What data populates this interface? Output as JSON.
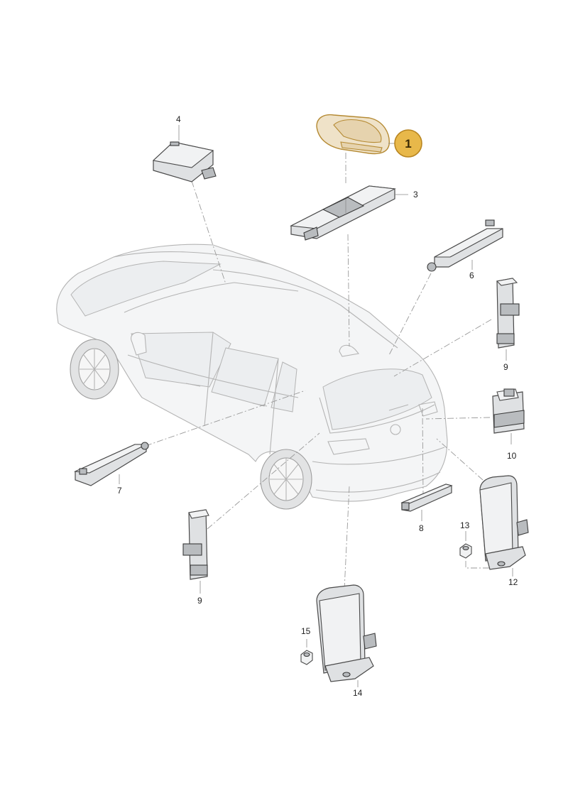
{
  "callouts": {
    "c1": "1",
    "c3": "3",
    "c4": "4",
    "c6": "6",
    "c7": "7",
    "c8": "8",
    "c9a": "9",
    "c9b": "9",
    "c10": "10",
    "c12": "12",
    "c13": "13",
    "c14": "14",
    "c15": "15"
  },
  "colors": {
    "highlight_fill": "#efe2c8",
    "highlight_stroke": "#b58a33",
    "badge_fill": "#e8b84a",
    "part_stroke": "#4a4a4a",
    "car_line": "#b4b4b4"
  }
}
